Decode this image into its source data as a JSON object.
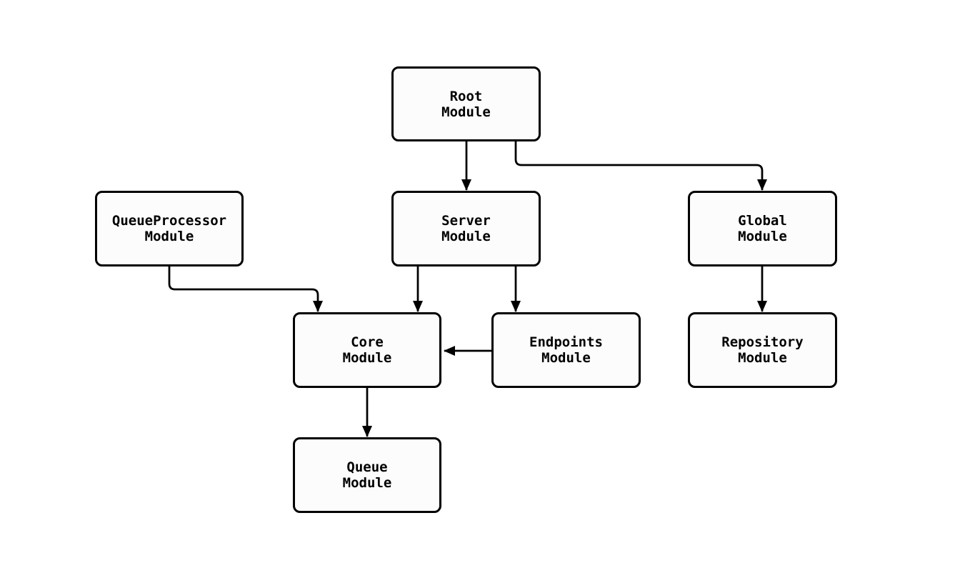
{
  "diagram": {
    "type": "flowchart",
    "background": "#ffffff",
    "nodes": [
      {
        "id": "root",
        "line1": "Root",
        "line2": "Module"
      },
      {
        "id": "queueprocessor",
        "line1": "QueueProcessor",
        "line2": "Module"
      },
      {
        "id": "server",
        "line1": "Server",
        "line2": "Module"
      },
      {
        "id": "global",
        "line1": "Global",
        "line2": "Module"
      },
      {
        "id": "core",
        "line1": "Core",
        "line2": "Module"
      },
      {
        "id": "endpoints",
        "line1": "Endpoints",
        "line2": "Module"
      },
      {
        "id": "repository",
        "line1": "Repository",
        "line2": "Module"
      },
      {
        "id": "queue",
        "line1": "Queue",
        "line2": "Module"
      }
    ],
    "edges": [
      {
        "from": "root",
        "to": "server"
      },
      {
        "from": "root",
        "to": "global"
      },
      {
        "from": "queueprocessor",
        "to": "core"
      },
      {
        "from": "server",
        "to": "core"
      },
      {
        "from": "server",
        "to": "endpoints"
      },
      {
        "from": "endpoints",
        "to": "core"
      },
      {
        "from": "global",
        "to": "repository"
      },
      {
        "from": "core",
        "to": "queue"
      }
    ],
    "colors": {
      "node_border": "#000000",
      "node_fill": "#fcfcfc",
      "arrow": "#000000",
      "text": "#000000",
      "background": "#ffffff"
    }
  }
}
